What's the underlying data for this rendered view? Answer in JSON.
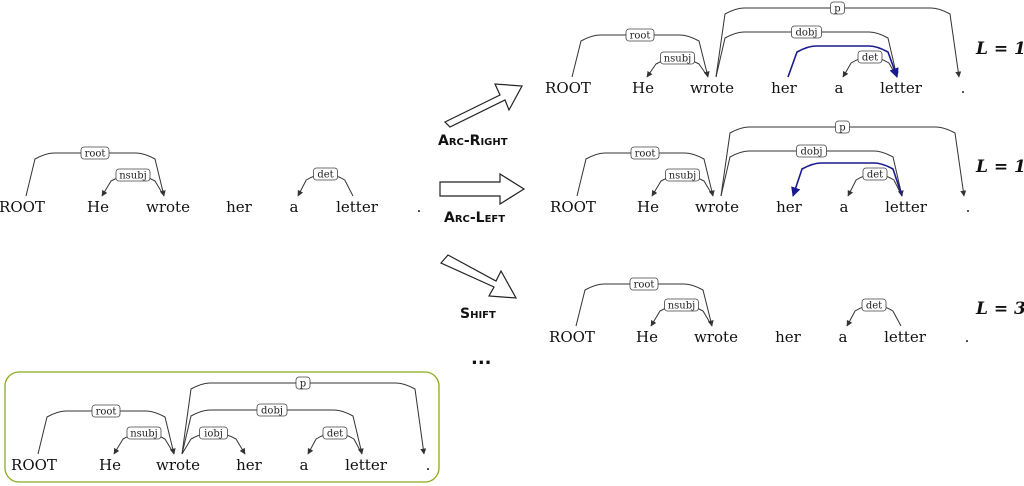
{
  "sentence": [
    "ROOT",
    "He",
    "wrote",
    "her",
    "a",
    "letter",
    "."
  ],
  "relations": {
    "root": "root",
    "nsubj": "nsubj",
    "dobj": "dobj",
    "iobj": "iobj",
    "det": "det",
    "p": "p"
  },
  "actions": {
    "arc_right": "Arc-Right",
    "arc_left": "Arc-Left",
    "shift": "Shift",
    "more": "..."
  },
  "loss": {
    "arc_right": "L = 1",
    "arc_left": "L = 1",
    "shift": "L = 3"
  },
  "colors": {
    "highlight_arc": "#1a1a8c",
    "gold_box_border": "#8aab1f",
    "arc": "#333333"
  },
  "trees": {
    "current": [
      [
        "root",
        0,
        2
      ],
      [
        "nsubj",
        2,
        1
      ],
      [
        "det",
        5,
        4
      ]
    ],
    "arc_right": [
      [
        "root",
        0,
        2
      ],
      [
        "nsubj",
        2,
        1
      ],
      [
        "dobj",
        2,
        5
      ],
      [
        "p",
        2,
        6
      ],
      [
        "det",
        5,
        4
      ],
      [
        "highlight",
        3,
        5
      ]
    ],
    "arc_left": [
      [
        "root",
        0,
        2
      ],
      [
        "nsubj",
        2,
        1
      ],
      [
        "dobj",
        2,
        5
      ],
      [
        "p",
        2,
        6
      ],
      [
        "det",
        5,
        4
      ],
      [
        "highlight",
        5,
        3
      ]
    ],
    "shift": [
      [
        "root",
        0,
        2
      ],
      [
        "nsubj",
        2,
        1
      ],
      [
        "det",
        5,
        4
      ]
    ],
    "gold": [
      [
        "root",
        0,
        2
      ],
      [
        "nsubj",
        2,
        1
      ],
      [
        "iobj",
        2,
        3
      ],
      [
        "dobj",
        2,
        5
      ],
      [
        "p",
        2,
        6
      ],
      [
        "det",
        5,
        4
      ]
    ]
  }
}
